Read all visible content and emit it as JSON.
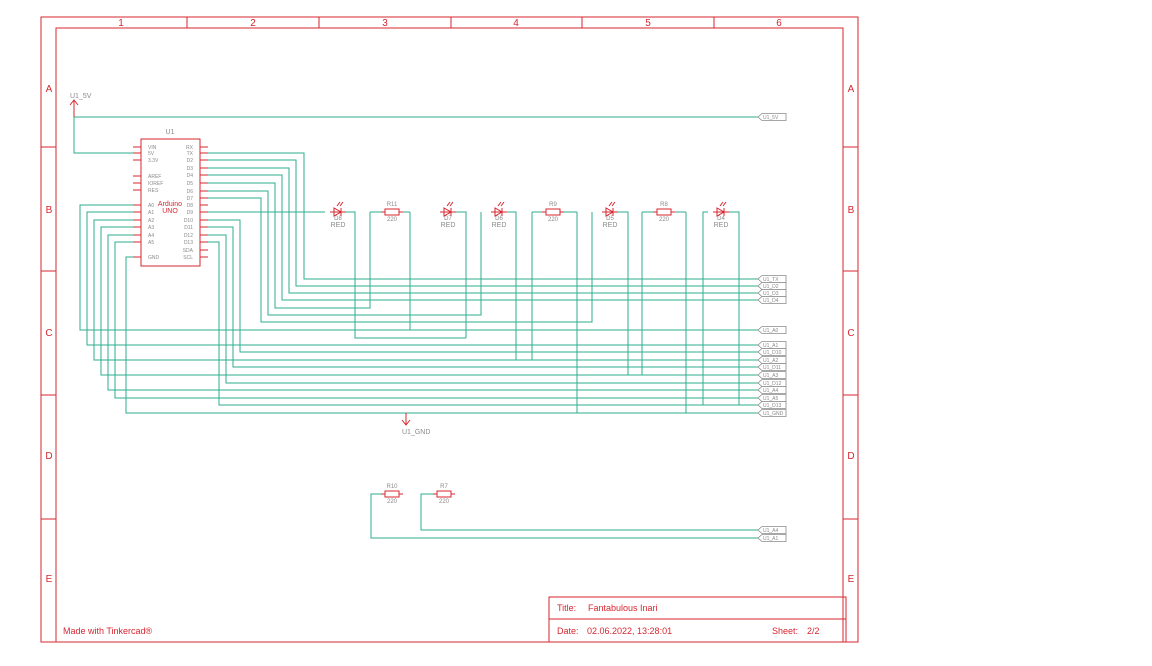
{
  "frame": {
    "columns": [
      "1",
      "2",
      "3",
      "4",
      "5",
      "6"
    ],
    "rows": [
      "A",
      "B",
      "C",
      "D",
      "E"
    ]
  },
  "power": {
    "v5_label": "U1_5V",
    "gnd_label": "U1_GND"
  },
  "arduino": {
    "ref": "U1",
    "name_line1": "Arduino",
    "name_line2": "UNO",
    "left_pins": [
      "VIN",
      "5V",
      "3.3V",
      "AREF",
      "IOREF",
      "RES",
      "A0",
      "A1",
      "A2",
      "A3",
      "A4",
      "A5",
      "GND"
    ],
    "right_pins": [
      "RX",
      "TX",
      "D2",
      "D3",
      "D4",
      "D5",
      "D6",
      "D7",
      "D8",
      "D9",
      "D10",
      "D11",
      "D12",
      "D13",
      "SDA",
      "SCL"
    ]
  },
  "components": [
    {
      "ref": "D8",
      "value": "RED",
      "kind": "led"
    },
    {
      "ref": "R11",
      "value": "220",
      "kind": "resistor"
    },
    {
      "ref": "D7",
      "value": "RED",
      "kind": "led"
    },
    {
      "ref": "D6",
      "value": "RED",
      "kind": "led"
    },
    {
      "ref": "R9",
      "value": "220",
      "kind": "resistor"
    },
    {
      "ref": "D5",
      "value": "RED",
      "kind": "led"
    },
    {
      "ref": "R8",
      "value": "220",
      "kind": "resistor"
    },
    {
      "ref": "D4",
      "value": "RED",
      "kind": "led"
    },
    {
      "ref": "R10",
      "value": "220",
      "kind": "resistor"
    },
    {
      "ref": "R7",
      "value": "220",
      "kind": "resistor"
    }
  ],
  "net_labels": [
    "U1_5V",
    "U1_TX",
    "U1_D2",
    "U1_D3",
    "U1_D4",
    "U1_A0",
    "U1_A1",
    "U1_D10",
    "U1_A2",
    "U1_D11",
    "U1_A3",
    "U1_D12",
    "U1_A4",
    "U1_A5",
    "U1_D13",
    "U1_GND",
    "U1_A4",
    "U1_A1"
  ],
  "title_block": {
    "title_key": "Title:",
    "title": "Fantabulous Inari",
    "date_key": "Date:",
    "date": "02.06.2022, 13:28:01",
    "sheet_key": "Sheet:",
    "sheet": "2/2"
  },
  "footer": "Made with Tinkercad®",
  "colors": {
    "frame": "#d7262f",
    "wire": "#2eae8f",
    "label_gray": "#8a8a8a"
  }
}
